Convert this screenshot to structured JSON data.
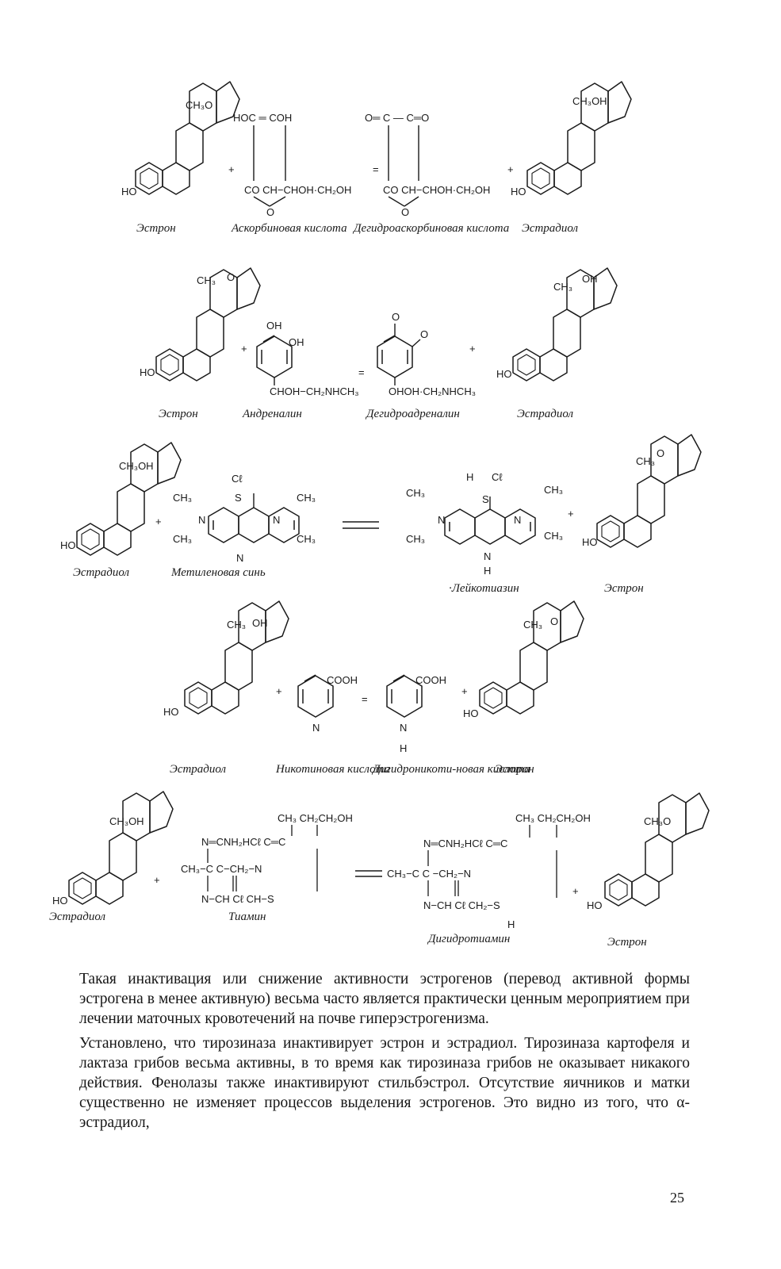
{
  "scheme": {
    "reactions": [
      {
        "labels": {
          "estrone": "Эстрон",
          "ascorbic": "Аскорбиновая кислота",
          "dehydroascorbic": "Дегидроаскорбиновая кислота",
          "estradiol": "Эстрадиол"
        },
        "formula": {
          "estrone_ch3o": "CH₃O",
          "estrone_ho": "HO",
          "ascorbic_top": "HOC ═ COH",
          "ascorbic_bottom": "CO   CH−CHOH·CH₂OH",
          "ascorbic_o": "O",
          "dehydro_top": "O═ C — C═O",
          "dehydro_bottom": "CO   CH−CHOH·CH₂OH",
          "dehydro_o": "O",
          "estradiol_ch3oh": "CH₃OH",
          "estradiol_ho": "HO",
          "plus": "+",
          "equals": "="
        }
      },
      {
        "labels": {
          "estrone": "Эстрон",
          "adrenaline": "Андреналин",
          "dehydroadrenaline": "Дегидроадреналин",
          "estradiol": "Эстрадиол"
        },
        "formula": {
          "estrone_ch3": "CH₃",
          "estrone_o": "O",
          "estrone_ho": "HO",
          "adrenaline_oh1": "OH",
          "adrenaline_oh2": "OH",
          "adrenaline_side": "CHOH−CH₂NHCH₃",
          "dehydro_o1": "O",
          "dehydro_o2": "O",
          "dehydro_side": "OHOH·CH₂NHCH₃",
          "estradiol_ch3": "CH₃",
          "estradiol_oh": "OH",
          "estradiol_ho": "HO",
          "plus": "+",
          "equals": "="
        }
      },
      {
        "labels": {
          "estradiol": "Эстрадиол",
          "methylene_blue": "Метиленовая синь",
          "leucothiazine": "·Лейкотиазин",
          "estrone": "Эстрон"
        },
        "formula": {
          "estradiol_ch3oh": "CH₃OH",
          "estradiol_ho": "HO",
          "mb_cl": "Cℓ",
          "mb_s": "S",
          "mb_ch3_a": "CH₃",
          "mb_ch3_b": "CH₃",
          "mb_ch3_c": "CH₃",
          "mb_ch3_d": "CH₃",
          "mb_n_left": "N",
          "mb_n_right": "N",
          "mb_n_bottom": "N",
          "lt_h": "H",
          "lt_cl": "Cℓ",
          "lt_s": "S",
          "lt_ch3_a": "CH₃",
          "lt_ch3_b": "CH₃",
          "lt_ch3_c": "CH₃",
          "lt_ch3_d": "CH₃",
          "lt_n_left": "N",
          "lt_n_right": "N",
          "lt_n_bottom": "N",
          "lt_h_bottom": "H",
          "estrone_ch3": "CH₃",
          "estrone_o": "O",
          "estrone_ho": "HO",
          "plus": "+"
        }
      },
      {
        "labels": {
          "estradiol": "Эстрадиол",
          "nicotinic": "Никотиновая кислота",
          "dihydronicotinic": "Дигидроникоти-новая кислота",
          "estrone": "Эстрон"
        },
        "formula": {
          "estradiol_ch3": "CH₃",
          "estradiol_oh": "OH",
          "estradiol_ho": "HO",
          "nic_cooh": "COOH",
          "nic_n": "N",
          "dhn_cooh": "COOH",
          "dhn_n": "N",
          "dhn_h": "H",
          "estrone_ch3": "CH₃",
          "estrone_o": "O",
          "estrone_ho": "HO",
          "plus": "+",
          "equals": "="
        }
      },
      {
        "labels": {
          "estradiol": "Эстрадиол",
          "thiamine": "Тиамин",
          "dihydrothiamine": "Дигидротиамин",
          "estrone": "Эстрон"
        },
        "formula": {
          "estradiol_ch3oh": "CH₃OH",
          "estradiol_ho": "HO",
          "th_top": "CH₃ CH₂CH₂OH",
          "th_row1": "N═CNH₂HCℓ  C═C",
          "th_row2": "CH₃−C    C−CH₂−N",
          "th_row3": "N−CH    Cℓ CH−S",
          "dt_top": "CH₃ CH₂CH₂OH",
          "dt_row1": "N═CNH₂HCℓ   C═C",
          "dt_row2": "CH₃−C    C −CH₂−N",
          "dt_row3": "N−CH    Cℓ   CH₂−S",
          "dt_h": "H",
          "estrone_ch3o": "CH₃O",
          "estrone_ho": "HO",
          "plus": "+",
          "equals": "="
        }
      }
    ]
  },
  "body": {
    "paragraphs": [
      "Такая инактивация или снижение активности эстрогенов (перевод активной формы эстрогена в менее активную) весьма часто является практически ценным мероприятием при лечении маточных кровотечений на почве гиперэстрогенизма.",
      "Установлено, что тирозиназа инактивирует эстрон и эстрадиол. Тирозиназа картофеля и лактаза грибов весьма активны, в то время как тирозиназа грибов не оказывает никакого действия. Фенолазы также инактивируют стильбэстрол. Отсутствие яичников и матки существенно не изменяет процессов выделения эстрогенов. Это видно из того, что α-эстрадиол,"
    ]
  },
  "page_number": "25"
}
